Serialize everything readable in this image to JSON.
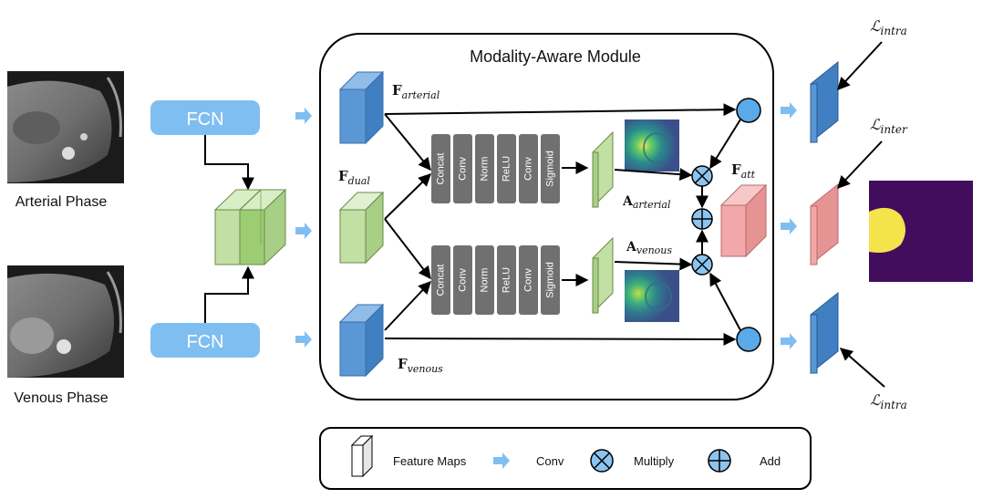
{
  "module_title": "Modality-Aware Module",
  "phases": {
    "arterial_label": "Arterial Phase",
    "venous_label": "Venous Phase"
  },
  "encoders": {
    "top_label": "FCN",
    "bottom_label": "FCN"
  },
  "features": {
    "arterial": {
      "main": "F",
      "sub": "arterial"
    },
    "dual": {
      "main": "F",
      "sub": "dual"
    },
    "venous": {
      "main": "F",
      "sub": "venous"
    },
    "att": {
      "main": "F",
      "sub": "att"
    }
  },
  "attention_maps": {
    "arterial": {
      "main": "A",
      "sub": "arterial"
    },
    "venous": {
      "main": "A",
      "sub": "venous"
    }
  },
  "pipeline_stages": [
    "Concat",
    "Conv",
    "Norm",
    "ReLU",
    "Conv",
    "Sigmoid"
  ],
  "losses": {
    "top": {
      "main": "ℒ",
      "sub": "intra"
    },
    "middle": {
      "main": "ℒ",
      "sub": "inter"
    },
    "bottom": {
      "main": "ℒ",
      "sub": "intra"
    }
  },
  "legend": {
    "feature_maps": "Feature Maps",
    "conv": "Conv",
    "multiply": "Multiply",
    "add": "Add"
  },
  "colors": {
    "fcn_fill": "#7fbef1",
    "conv_arrow": "#7fbef1",
    "stage_fill": "#707070",
    "feature_blue": "#5b97d5",
    "feature_green": "#c2e0a4",
    "feature_pink": "#f2a8a8",
    "circle_fill": "#5aa9e9",
    "output_bg": "#430d5e",
    "output_blob": "#f5e34c"
  }
}
